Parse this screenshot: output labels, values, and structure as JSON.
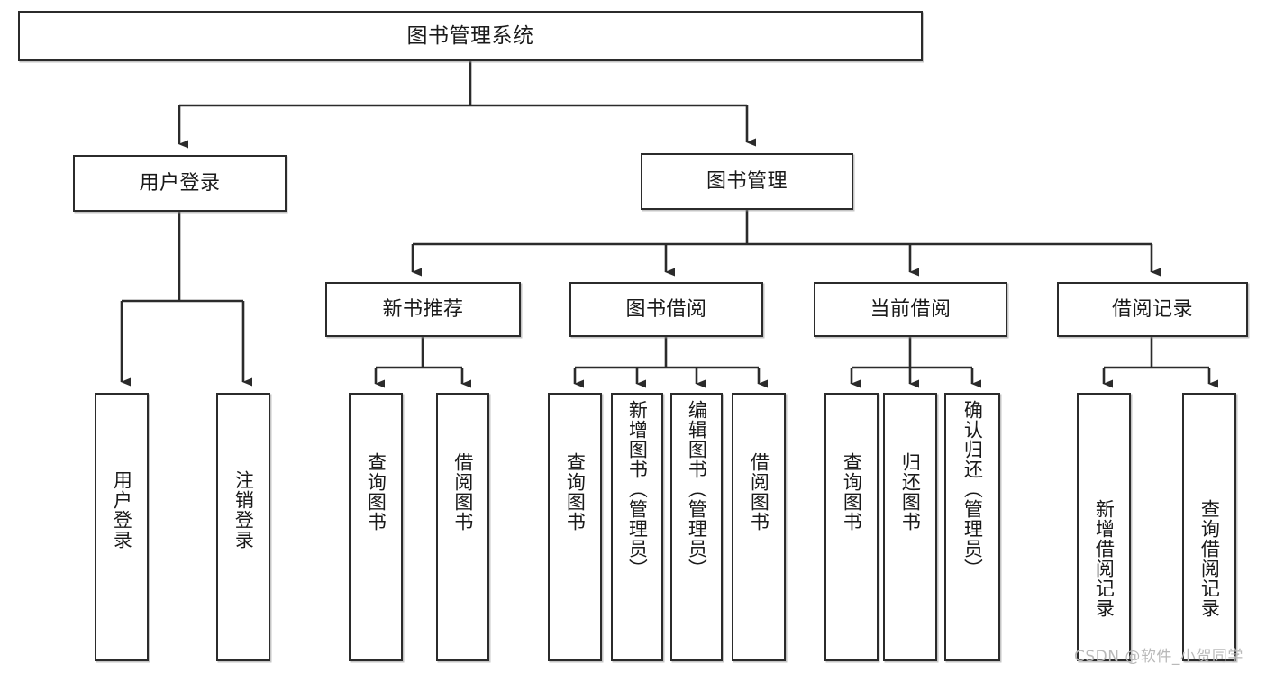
{
  "diagram": {
    "type": "tree-hierarchy",
    "title": "图书管理系统",
    "watermark": "CSDN @软件_小贺同学",
    "colors": {
      "box_border": "#2b2b2b",
      "box_fill": "#ffffff",
      "connector": "#2b2b2b",
      "background": "#ffffff",
      "watermark": "#b9b9b9"
    },
    "root": {
      "label": "图书管理系统"
    },
    "level2": [
      {
        "label": "用户登录"
      },
      {
        "label": "图书管理"
      }
    ],
    "level3": [
      {
        "label": "新书推荐"
      },
      {
        "label": "图书借阅"
      },
      {
        "label": "当前借阅"
      },
      {
        "label": "借阅记录"
      }
    ],
    "leaves": {
      "user_login": [
        {
          "label": "用户登录"
        },
        {
          "label": "注销登录"
        }
      ],
      "new_book_recommend": [
        {
          "label": "查询图书"
        },
        {
          "label": "借阅图书"
        }
      ],
      "book_borrow": [
        {
          "label": "查询图书"
        },
        {
          "label": "新增图书（管理员）"
        },
        {
          "label": "编辑图书（管理员）"
        },
        {
          "label": "借阅图书"
        }
      ],
      "current_borrow": [
        {
          "label": "查询图书"
        },
        {
          "label": "归还图书"
        },
        {
          "label": "确认归还（管理员）"
        }
      ],
      "borrow_record": [
        {
          "label": "新增借阅记录"
        },
        {
          "label": "查询借阅记录"
        }
      ]
    }
  }
}
